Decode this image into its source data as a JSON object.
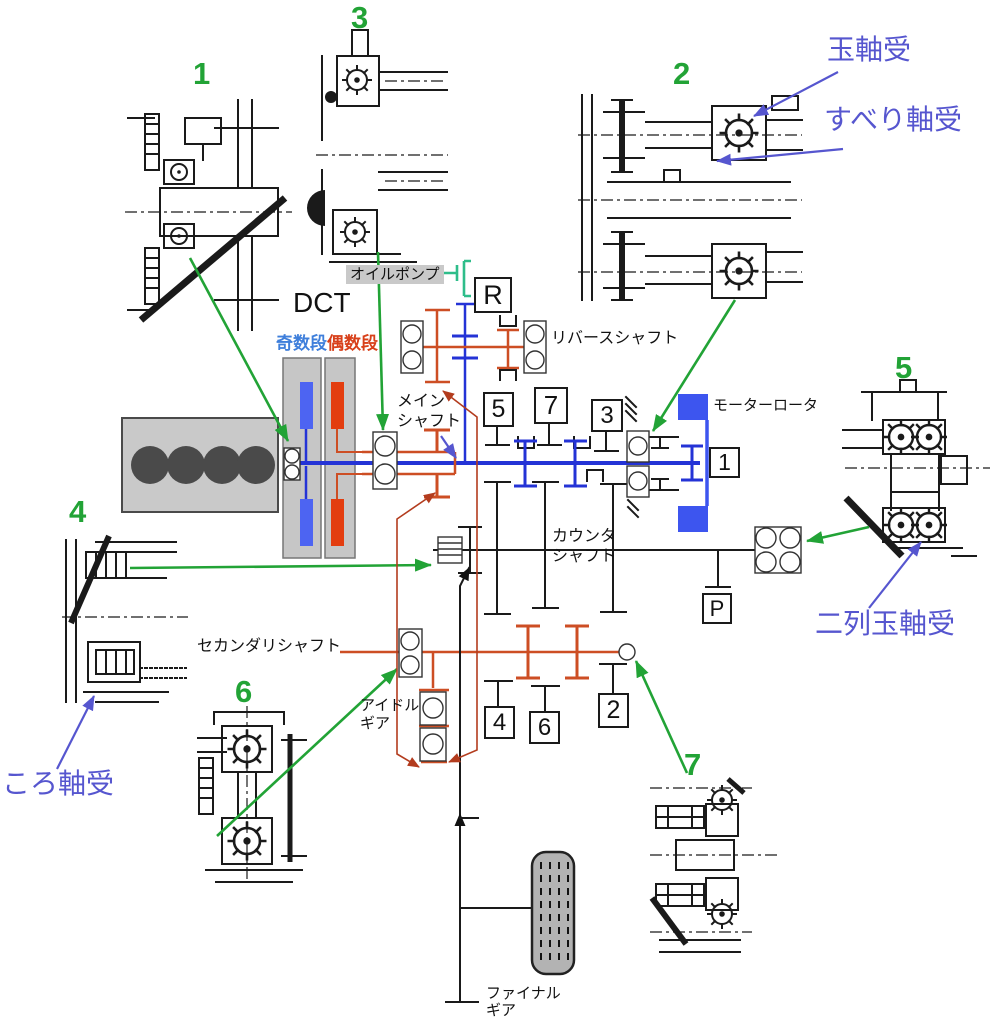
{
  "detail_numbers": {
    "n1": "1",
    "n2": "2",
    "n3": "3",
    "n4": "4",
    "n5": "5",
    "n6": "6",
    "n7": "7"
  },
  "bearing_labels": {
    "ball": "玉軸受",
    "plain": "すべり軸受",
    "double_row_ball": "二列玉軸受",
    "roller": "ころ軸受"
  },
  "schematic_labels": {
    "dct": "DCT",
    "odd_stage": "奇数段",
    "even_stage": "偶数段",
    "oil_pump": "オイルポンプ",
    "reverse_shaft": "リバースシャフト",
    "main_shaft_1": "メイン",
    "main_shaft_2": "シャフト",
    "motor_rotor": "モーターロータ",
    "counter_shaft_1": "カウンタ",
    "counter_shaft_2": "シャフト",
    "secondary_shaft": "セカンダリシャフト",
    "idle_gear_1": "アイドル",
    "idle_gear_2": "ギア",
    "final_gear_1": "ファイナル",
    "final_gear_2": "ギア"
  },
  "gear_boxes": {
    "r": "R",
    "g5": "5",
    "g7": "7",
    "g3": "3",
    "g1": "1",
    "p": "P",
    "g4": "4",
    "g6": "6",
    "g2": "2"
  },
  "colors": {
    "annotation_green": "#22a336",
    "bearing_label_blue": "#5656cf",
    "odd_stage_blue": "#3f7fdb",
    "even_stage_red": "#d8401a",
    "shaft_blue": "#2433d6",
    "shaft_orange": "#cd4e24",
    "oil_pump_green": "#2ebd8a",
    "engine_gray": "#c9c9c9",
    "rotor_blue": "#3d55ef",
    "clutch_blue": "#4d64f2",
    "clutch_red": "#e33d0f"
  }
}
